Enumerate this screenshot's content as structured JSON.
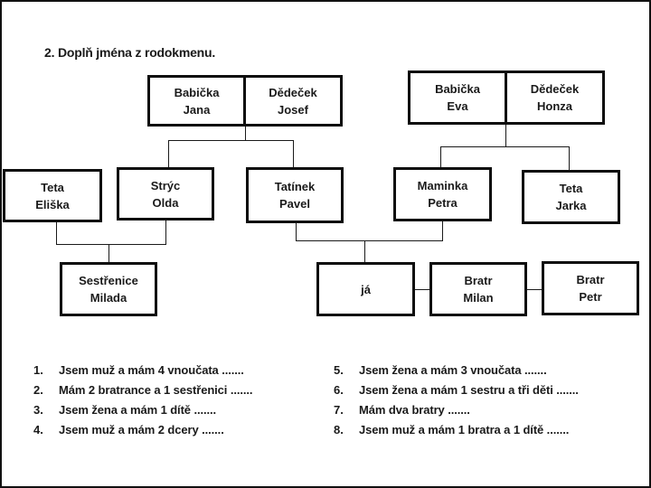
{
  "title": "2. Doplň jména z rodokmenu.",
  "colors": {
    "ink": "#1a1a1a",
    "background": "#ffffff",
    "box_border": "#0d0d0d"
  },
  "tree": {
    "boxes": [
      {
        "id": "babicka-jana",
        "lines": [
          "Babička",
          "Jana"
        ]
      },
      {
        "id": "dedecek-josef",
        "lines": [
          "Dědeček",
          "Josef"
        ]
      },
      {
        "id": "babicka-eva",
        "lines": [
          "Babička",
          "Eva"
        ]
      },
      {
        "id": "dedecek-honza",
        "lines": [
          "Dědeček",
          "Honza"
        ]
      },
      {
        "id": "teta-eliska",
        "lines": [
          "Teta",
          "Eliška"
        ]
      },
      {
        "id": "stryc-olda",
        "lines": [
          "Strýc",
          "Olda"
        ]
      },
      {
        "id": "tatinek-pavel",
        "lines": [
          "Tatínek",
          "Pavel"
        ]
      },
      {
        "id": "maminka-petra",
        "lines": [
          "Maminka",
          "Petra"
        ]
      },
      {
        "id": "teta-jarka",
        "lines": [
          "Teta",
          "Jarka"
        ]
      },
      {
        "id": "sestrenice-milada",
        "lines": [
          "Sestřenice",
          "Milada"
        ]
      },
      {
        "id": "ja",
        "lines": [
          "já"
        ]
      },
      {
        "id": "bratr-milan",
        "lines": [
          "Bratr",
          "Milan"
        ]
      },
      {
        "id": "bratr-petr",
        "lines": [
          "Bratr",
          "Petr"
        ]
      }
    ]
  },
  "questions": {
    "left": [
      {
        "num": "1.",
        "text": "Jsem muž a mám 4 vnoučata ......."
      },
      {
        "num": "2.",
        "text": "Mám 2 bratrance a 1 sestřenici ......."
      },
      {
        "num": "3.",
        "text": "Jsem žena a mám 1 dítě ......."
      },
      {
        "num": "4.",
        "text": "Jsem muž a mám 2 dcery ......."
      }
    ],
    "right": [
      {
        "num": "5.",
        "text": "Jsem žena a mám 3 vnoučata ......."
      },
      {
        "num": "6.",
        "text": "Jsem žena a mám 1 sestru a tři děti ......."
      },
      {
        "num": "7.",
        "text": "Mám dva bratry ......."
      },
      {
        "num": "8.",
        "text": "Jsem muž a mám 1 bratra a 1 dítě ......."
      }
    ]
  }
}
